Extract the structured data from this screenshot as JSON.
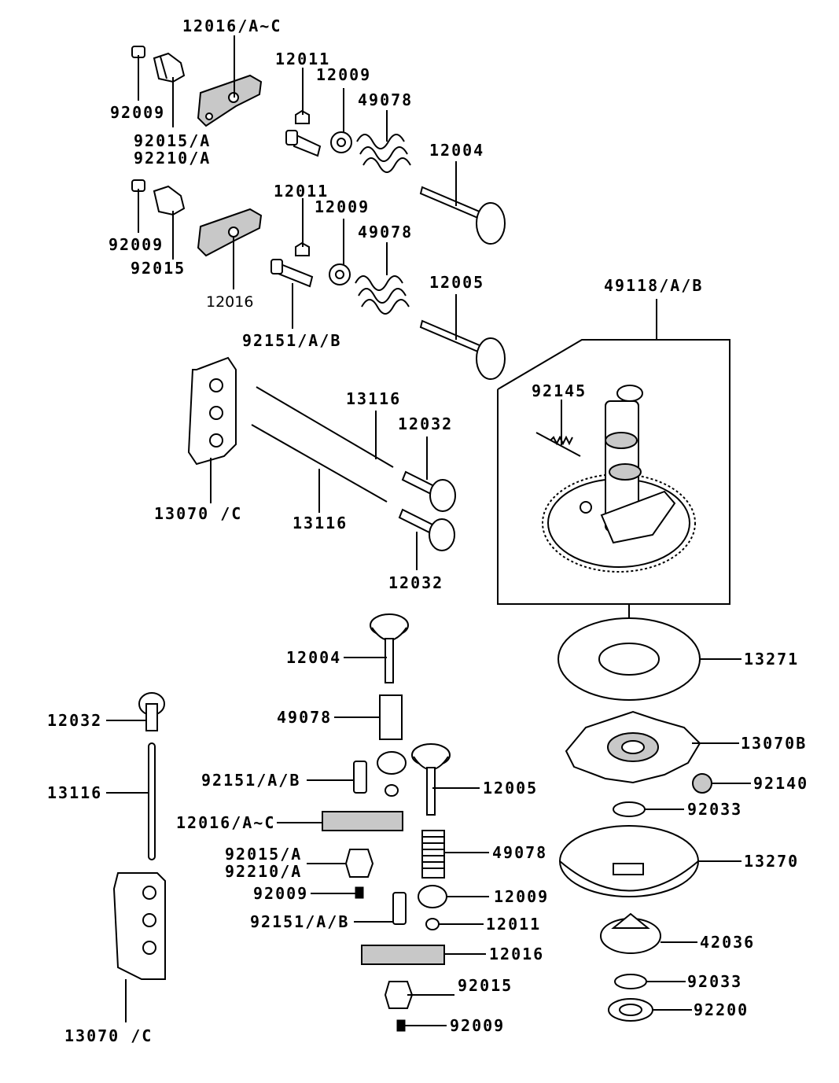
{
  "diagram": {
    "callouts": [
      "12016/A~C",
      "92009",
      "92015/A",
      "92210/A",
      "12011",
      "12009",
      "49078",
      "12004",
      "92009",
      "92015",
      "12016",
      "12011",
      "12009",
      "49078",
      "12005",
      "92151/A/B",
      "49118/A/B",
      "92145",
      "13116",
      "12032",
      "13070  /C",
      "13116",
      "12032",
      "12004",
      "49078",
      "92151/A/B",
      "12016/A~C",
      "92015/A",
      "92210/A",
      "92009",
      "92151/A/B",
      "12005",
      "49078",
      "12009",
      "12011",
      "12016",
      "92015",
      "92009",
      "12032",
      "13116",
      "13070  /C",
      "13271",
      "13070B",
      "92140",
      "92033",
      "13270",
      "42036",
      "92033",
      "92200"
    ]
  }
}
